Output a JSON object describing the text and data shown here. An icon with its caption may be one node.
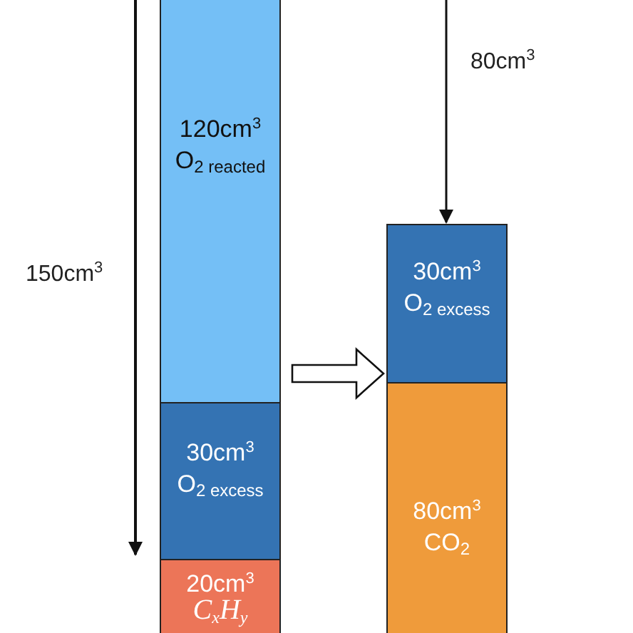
{
  "diagram": {
    "nodes": [
      {
        "text": [
          "120cm$^{3}$",
          "O$_{2 reacted}$"
        ]
      },
      {
        "text": [
          "30cm$^{3}$",
          "O$_{2 excess}$"
        ]
      },
      {
        "text": [
          "20cm$^{3}$",
          "C$_{x}$H$_{y}$"
        ]
      },
      {
        "text": [
          "30cm$^{3}$",
          "O$_{2 excess}$"
        ]
      },
      {
        "text": [
          "80cm$^{3}$",
          "CO$_{2}$"
        ]
      }
    ],
    "edges": [
      {
        "from": 0,
        "to": 3,
        "arrow": "to"
      }
    ],
    "labels": [
      "150cm$^{3}$",
      "80cm$^{3}$"
    ]
  }
}
